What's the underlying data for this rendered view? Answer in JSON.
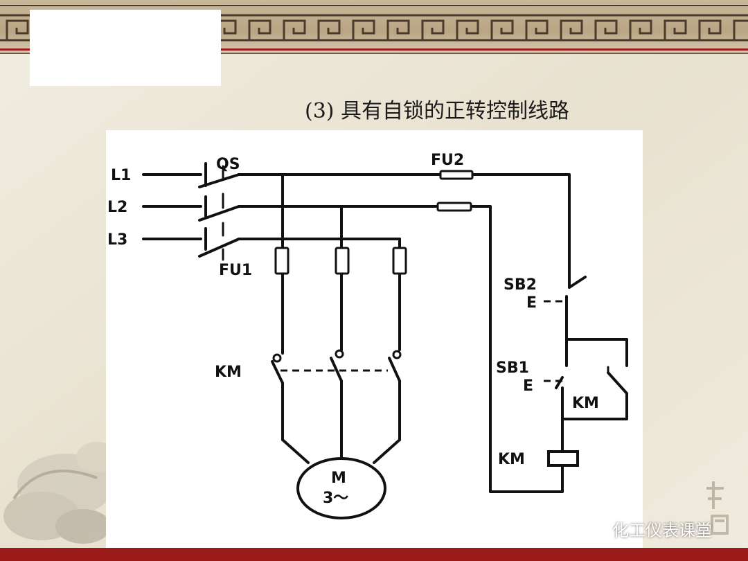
{
  "slide": {
    "title": "(3) 具有自锁的正转控制线路"
  },
  "diagram": {
    "labels": {
      "qs": "QS",
      "fu2": "FU2",
      "l1": "L1",
      "l2": "L2",
      "l3": "L3",
      "fu1": "FU1",
      "sb2": "SB2",
      "sb2_e": "E",
      "sb1": "SB1",
      "sb1_e": "E",
      "km_main": "KM",
      "km_aux": "KM",
      "km_coil": "KM",
      "motor_m": "M",
      "motor_phase": "3～"
    }
  },
  "watermark": {
    "text": "化工仪表课堂",
    "icon": "wechat-icon"
  },
  "colors": {
    "frame_red": "#9b1b1b",
    "ink": "#111111",
    "panel": "#ffffff"
  }
}
